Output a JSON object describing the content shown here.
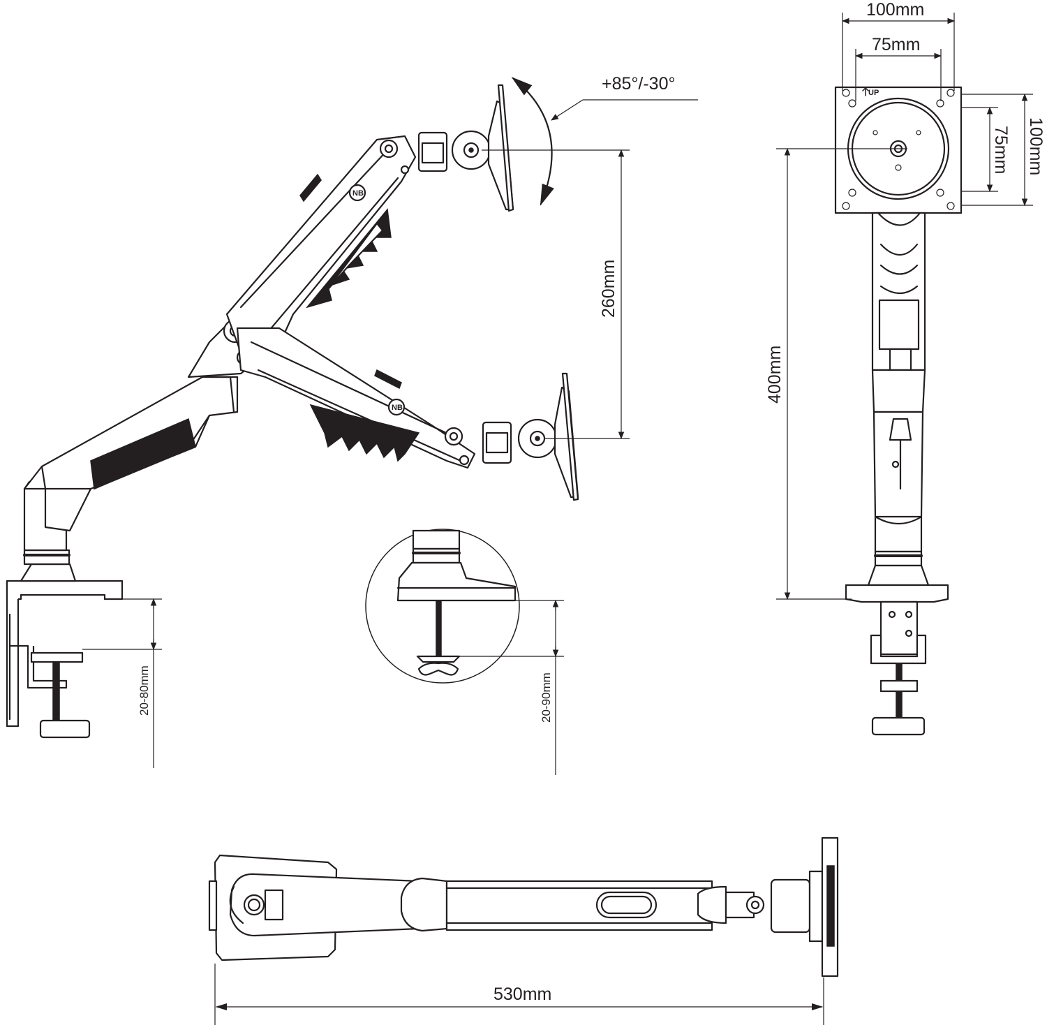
{
  "dimensions": {
    "tilt": "+85°/-30°",
    "vertical_range": "260mm",
    "max_height": "400mm",
    "vesa_outer_width": "100mm",
    "vesa_inner_width": "75mm",
    "vesa_outer_height": "100mm",
    "vesa_inner_height": "75mm",
    "clamp_range": "20-80mm",
    "grommet_range": "20-90mm",
    "arm_reach": "530mm"
  },
  "plate_marking": "UP",
  "logo_text": "NB",
  "colors": {
    "line": "#231f20",
    "background": "#ffffff"
  }
}
